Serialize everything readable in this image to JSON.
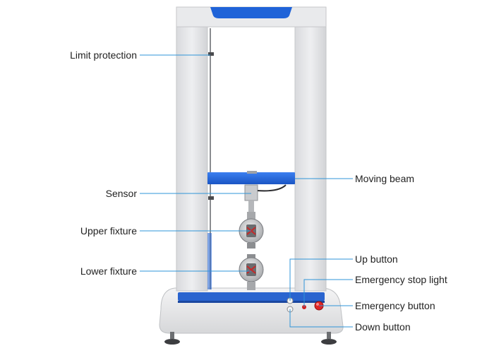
{
  "labels": {
    "limit_protection": "Limit protection",
    "sensor": "Sensor",
    "upper_fixture": "Upper fixture",
    "lower_fixture": "Lower fixture",
    "moving_beam": "Moving beam",
    "up_button": "Up button",
    "emergency_stop_light": "Emergency stop light",
    "emergency_button": "Emergency button",
    "down_button": "Down button"
  },
  "colors": {
    "frame": "#e4e5e7",
    "accent_blue": "#1f63d8",
    "leader_line": "#2f95d8",
    "emergency_red": "#d21f1f"
  }
}
